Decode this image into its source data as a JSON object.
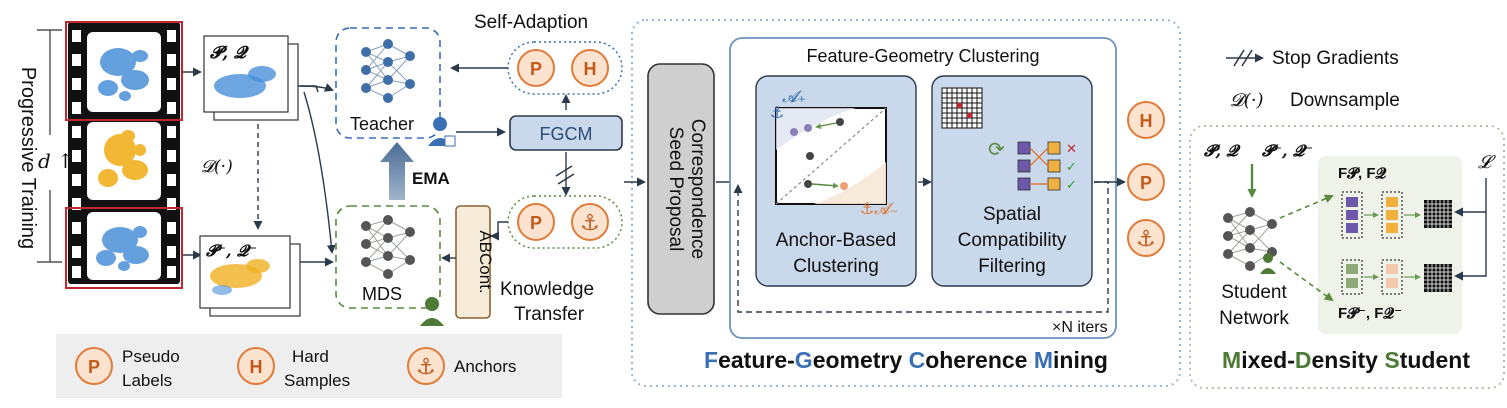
{
  "left": {
    "side_label": "Progressive Training",
    "density_label": "d ↑",
    "pq_label": "𝓟, 𝓠",
    "pq_minus_label": "𝓟⁻, 𝓠⁻",
    "downsample_op": "𝓓(·)",
    "teacher_label": "Teacher",
    "ema_label": "EMA",
    "mds_label": "MDS",
    "abcont_label": "ABCont.",
    "self_adaption_label": "Self-Adaption",
    "fgcm_label": "FGCM",
    "knowledge_transfer_line1": "Knowledge",
    "knowledge_transfer_line2": "Transfer"
  },
  "legend": {
    "pseudo_letter": "P",
    "pseudo_line1": "Pseudo",
    "pseudo_line2": "Labels",
    "hard_letter": "H",
    "hard_line1": "Hard",
    "hard_line2": "Samples",
    "anchors_label": "Anchors"
  },
  "fgcm": {
    "seed_line1": "Correspondence",
    "seed_line2": "Seed Proposal",
    "inner_title": "Feature-Geometry Clustering",
    "anchor_line1": "Anchor-Based",
    "anchor_line2": "Clustering",
    "spatial_line1": "Spatial",
    "spatial_line2": "Compatibility",
    "spatial_line3": "Filtering",
    "a_plus": "𝓐₊",
    "a_minus": "𝓐₋",
    "iters_label": "×N iters",
    "title_parts": [
      {
        "text": "F",
        "color": "#3a6fb5"
      },
      {
        "text": "eature-",
        "color": "#111111"
      },
      {
        "text": "G",
        "color": "#3a6fb5"
      },
      {
        "text": "eometry ",
        "color": "#111111"
      },
      {
        "text": "C",
        "color": "#3a6fb5"
      },
      {
        "text": "oherence ",
        "color": "#111111"
      },
      {
        "text": "M",
        "color": "#3a6fb5"
      },
      {
        "text": "ining",
        "color": "#111111"
      }
    ]
  },
  "right_legend": {
    "stop_gradients": "Stop Gradients",
    "downsample_symbol": "𝓓(·)",
    "downsample": "Downsample"
  },
  "student": {
    "input_pq": "𝓟, 𝓠",
    "input_pq_minus": "𝓟⁻, 𝓠⁻",
    "f_label": "F𝓟, F𝓠",
    "f_minus_label": "F𝓟⁻, F𝓠⁻",
    "loss_label": "𝓛",
    "network_line1": "Student",
    "network_line2": "Network",
    "title_parts": [
      {
        "text": "M",
        "color": "#4d7a35"
      },
      {
        "text": "ixed-",
        "color": "#111111"
      },
      {
        "text": "D",
        "color": "#4d7a35"
      },
      {
        "text": "ensity ",
        "color": "#111111"
      },
      {
        "text": "S",
        "color": "#4d7a35"
      },
      {
        "text": "tudent",
        "color": "#111111"
      }
    ]
  },
  "colors": {
    "blue_accent": "#3a6fb5",
    "green_accent": "#4d7a35",
    "orange_badge": "#e07b39",
    "red_frame": "#c0282d",
    "panel_blue": "#c9d8ea",
    "seed_gray": "#cfcfcf"
  }
}
